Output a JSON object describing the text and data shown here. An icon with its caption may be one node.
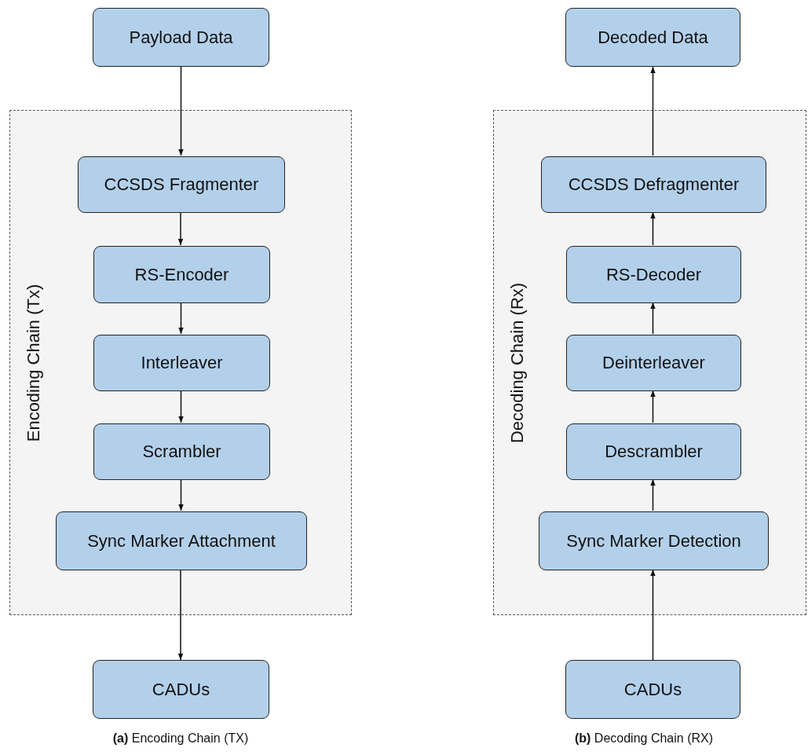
{
  "diagram": {
    "nodes": [
      {
        "text": [
          "Encoding Chain (Tx)"
        ]
      },
      {
        "text": [
          "Payload Data"
        ]
      },
      {
        "text": [
          "CCSDS Fragmenter"
        ],
        "in": 0
      },
      {
        "text": [
          "RS-Encoder"
        ],
        "in": 0
      },
      {
        "text": [
          "Interleaver"
        ],
        "in": 0
      },
      {
        "text": [
          "Scrambler"
        ],
        "in": 0
      },
      {
        "text": [
          "Sync Marker Attachment"
        ],
        "in": 0
      },
      {
        "text": [
          "CADUs"
        ]
      },
      {
        "text": [
          "Decoding Chain (Rx)"
        ]
      },
      {
        "text": [
          "Decoded Data"
        ]
      },
      {
        "text": [
          "CCSDS Defragmenter"
        ],
        "in": 8
      },
      {
        "text": [
          "RS-Decoder"
        ],
        "in": 8
      },
      {
        "text": [
          "Deinterleaver"
        ],
        "in": 8
      },
      {
        "text": [
          "Descrambler"
        ],
        "in": 8
      },
      {
        "text": [
          "Sync Marker Detection"
        ],
        "in": 8
      },
      {
        "text": [
          "CADUs"
        ]
      }
    ],
    "edges": [
      {
        "from": 1,
        "to": 2,
        "arrow": "to"
      },
      {
        "from": 2,
        "to": 3,
        "arrow": "to"
      },
      {
        "from": 3,
        "to": 4,
        "arrow": "to"
      },
      {
        "from": 4,
        "to": 5,
        "arrow": "to"
      },
      {
        "from": 5,
        "to": 6,
        "arrow": "to"
      },
      {
        "from": 6,
        "to": 7,
        "arrow": "to"
      },
      {
        "from": 15,
        "to": 14,
        "arrow": "to"
      },
      {
        "from": 14,
        "to": 13,
        "arrow": "to"
      },
      {
        "from": 13,
        "to": 12,
        "arrow": "to"
      },
      {
        "from": 12,
        "to": 11,
        "arrow": "to"
      },
      {
        "from": 11,
        "to": 10,
        "arrow": "to"
      },
      {
        "from": 10,
        "to": 9,
        "arrow": "to"
      }
    ],
    "labels": [
      "**(a)** Encoding Chain (TX)",
      "**(b)** Decoding Chain (RX)"
    ]
  }
}
